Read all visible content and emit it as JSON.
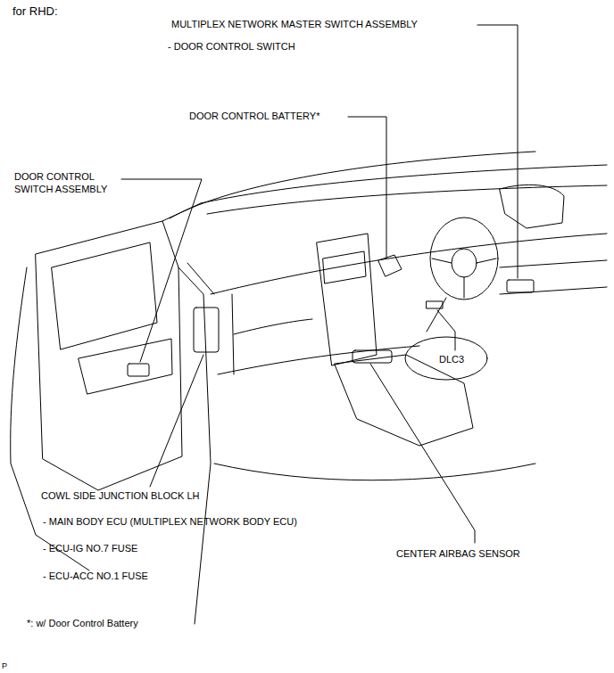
{
  "diagram": {
    "title": "for RHD:",
    "labels": [
      "MULTIPLEX NETWORK MASTER SWITCH ASSEMBLY",
      "- DOOR CONTROL SWITCH",
      "DOOR CONTROL BATTERY*",
      "DOOR CONTROL SWITCH ASSEMBLY",
      "DLC3",
      "COWL SIDE JUNCTION BLOCK LH",
      "- MAIN BODY ECU (MULTIPLEX NETWORK BODY ECU)",
      "- ECU-IG NO.7 FUSE",
      "- ECU-ACC NO.1 FUSE",
      "CENTER AIRBAG SENSOR",
      "*: w/ Door Control Battery",
      "P"
    ]
  }
}
